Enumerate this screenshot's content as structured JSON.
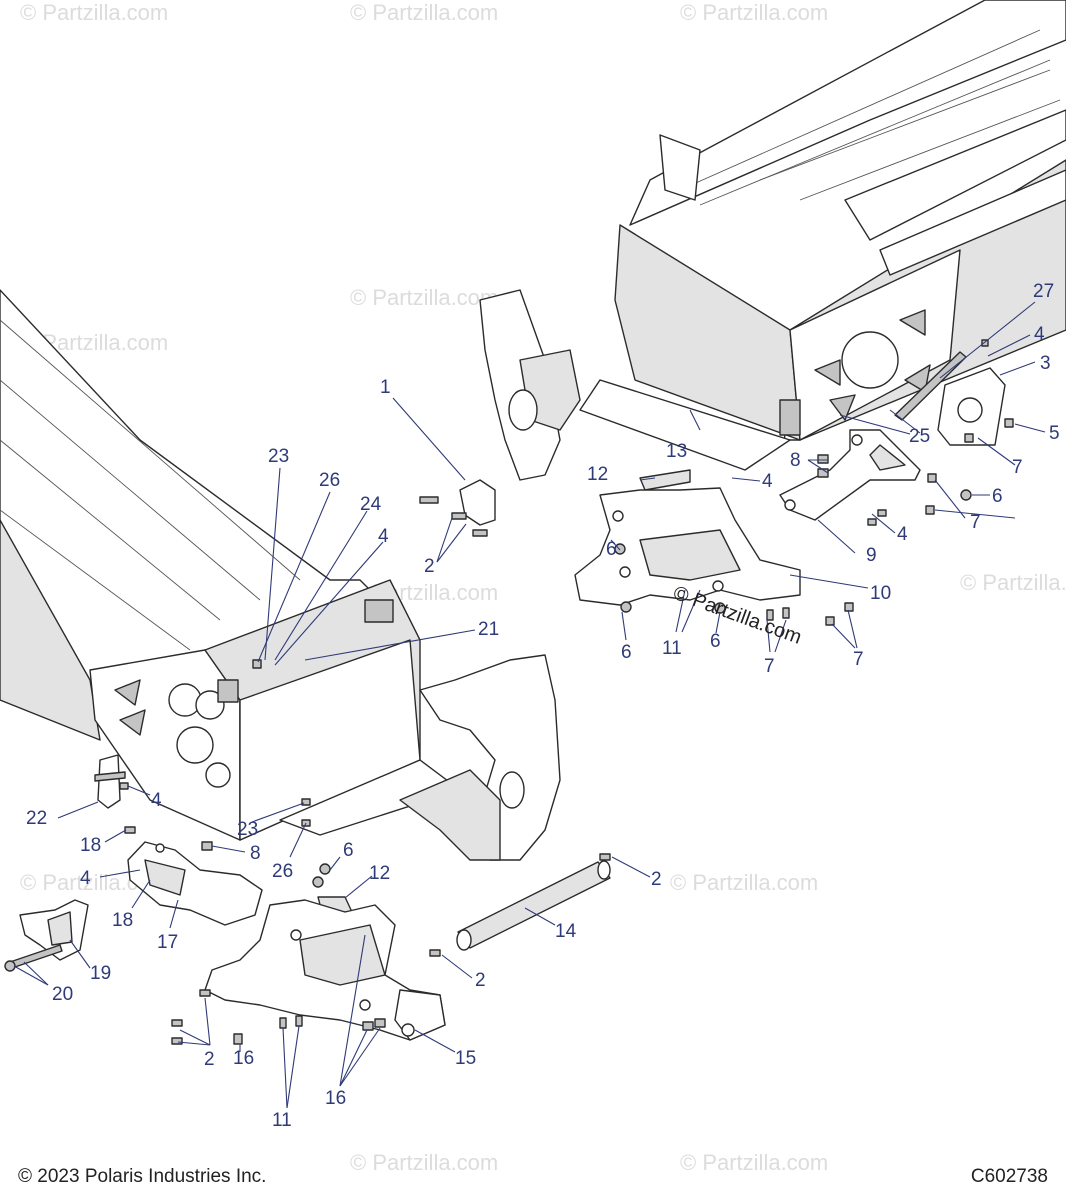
{
  "watermark": "© Partzilla.com",
  "watermark_center": "© Partzilla.com",
  "footer": {
    "copyright": "© 2023 Polaris Industries Inc.",
    "figure_id": "C602738"
  },
  "callouts": {
    "c1": "1",
    "c2a": "2",
    "c2b": "2",
    "c2c": "2",
    "c2d": "2",
    "c3": "3",
    "c4a": "4",
    "c4b": "4",
    "c4c": "4",
    "c4d": "4",
    "c4e": "4",
    "c4f": "4",
    "c5": "5",
    "c6a": "6",
    "c6b": "6",
    "c6c": "6",
    "c6d": "6",
    "c6e": "6",
    "c7a": "7",
    "c7b": "7",
    "c7c": "7",
    "c7d": "7",
    "c8a": "8",
    "c8b": "8",
    "c9": "9",
    "c10": "10",
    "c11a": "11",
    "c11b": "11",
    "c12a": "12",
    "c12b": "12",
    "c13": "13",
    "c14": "14",
    "c15": "15",
    "c16a": "16",
    "c16b": "16",
    "c17": "17",
    "c18a": "18",
    "c18b": "18",
    "c19": "19",
    "c20": "20",
    "c21": "21",
    "c22": "22",
    "c23a": "23",
    "c23b": "23",
    "c24": "24",
    "c25": "25",
    "c26a": "26",
    "c26b": "26",
    "c27": "27"
  }
}
